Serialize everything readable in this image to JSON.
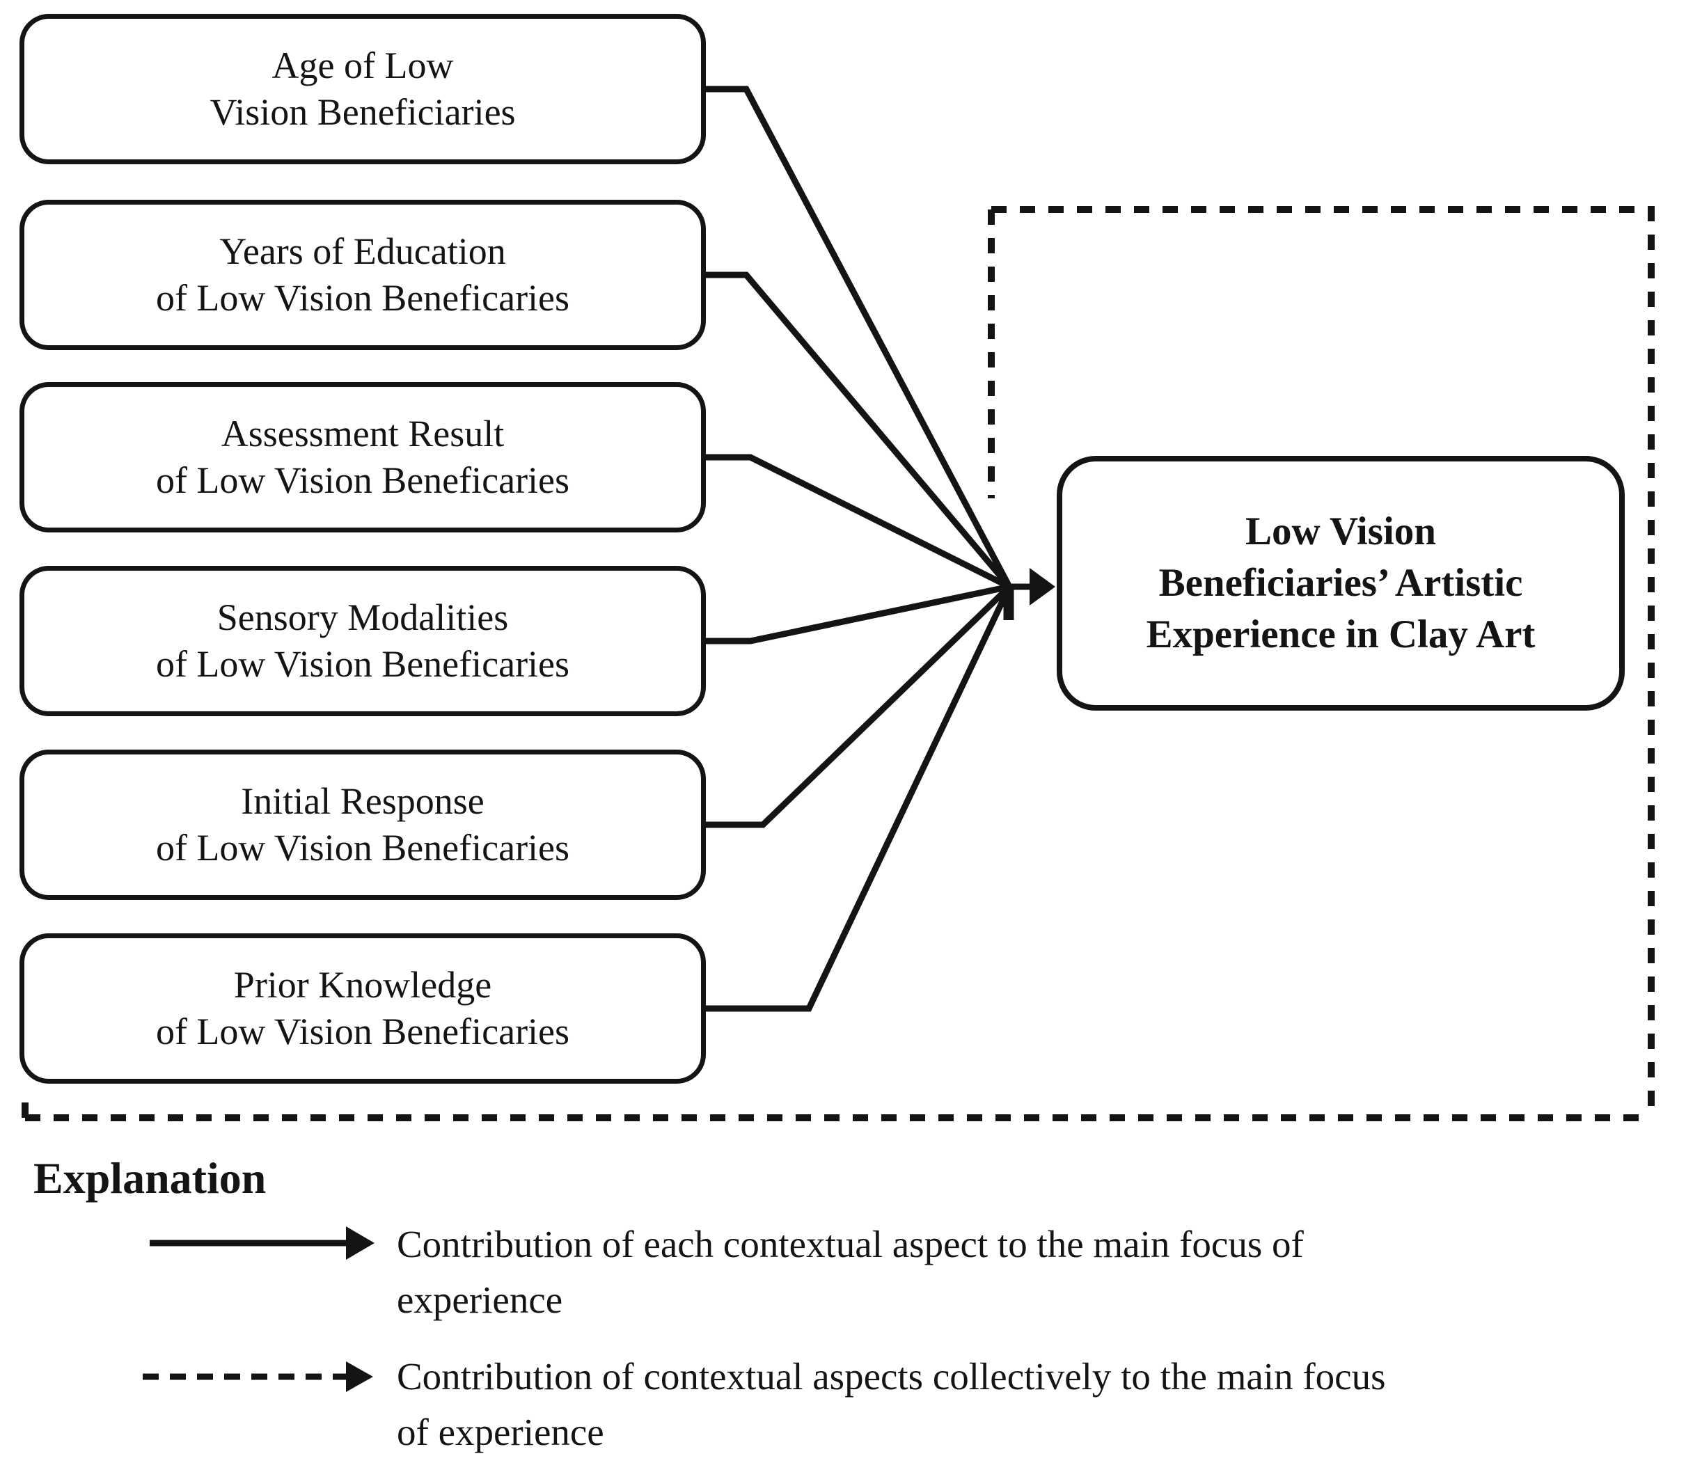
{
  "figure": {
    "context_boxes": [
      {
        "line1": "Age of Low",
        "line2": "Vision Beneficiaries"
      },
      {
        "line1": "Years of Education",
        "line2": "of Low Vision Beneficaries"
      },
      {
        "line1": "Assessment Result",
        "line2": "of Low Vision Beneficaries"
      },
      {
        "line1": "Sensory Modalities",
        "line2": "of Low Vision Beneficaries"
      },
      {
        "line1": "Initial Response",
        "line2": "of Low Vision Beneficaries"
      },
      {
        "line1": "Prior Knowledge",
        "line2": "of Low Vision Beneficaries"
      }
    ],
    "main_box": {
      "line1": "Low Vision",
      "line2": "Beneficiaries’ Artistic",
      "line3": "Experience in Clay Art"
    },
    "legend": {
      "heading": "Explanation",
      "items": [
        {
          "marker": "solid-arrow",
          "line1": "Contribution of each contextual aspect to the main focus of",
          "line2": "experience"
        },
        {
          "marker": "dashed-arrow",
          "line1": "Contribution of contextual aspects collectively to the main focus",
          "line2": "of experience"
        }
      ]
    },
    "colors": {
      "ink": "#141414",
      "background": "#ffffff"
    }
  }
}
